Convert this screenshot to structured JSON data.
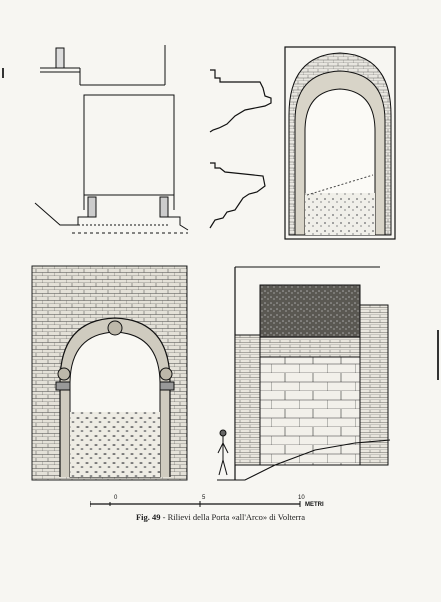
{
  "figure": {
    "caption_label": "Fig. 49",
    "caption_text": " - Rilievi della Porta «all'Arco» di Volterra"
  },
  "scale": {
    "tick_start": "0",
    "tick_mid": "5",
    "tick_end": "10",
    "unit": "METRI"
  },
  "panels": [
    {
      "name": "plan-drawing"
    },
    {
      "name": "molding-profile"
    },
    {
      "name": "inner-arch-elevation"
    },
    {
      "name": "outer-gate-elevation"
    },
    {
      "name": "section-elevation"
    }
  ]
}
